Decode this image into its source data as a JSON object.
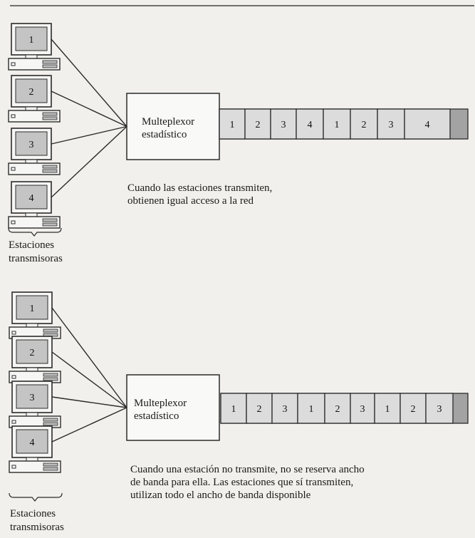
{
  "panel_top": {
    "stations": [
      "1",
      "2",
      "3",
      "4"
    ],
    "multiplexer_label_line1": "Multeplexor",
    "multiplexer_label_line2": "estadístico",
    "slots": [
      "1",
      "2",
      "3",
      "4",
      "1",
      "2",
      "3",
      "4"
    ],
    "caption_line1": "Cuando las estaciones transmiten,",
    "caption_line2": "obtienen igual acceso a la red",
    "stations_label_line1": "Estaciones",
    "stations_label_line2": "transmisoras"
  },
  "panel_bottom": {
    "stations": [
      "1",
      "2",
      "3",
      "4"
    ],
    "multiplexer_label_line1": "Multeplexor",
    "multiplexer_label_line2": "estadístico",
    "slots": [
      "1",
      "2",
      "3",
      "1",
      "2",
      "3",
      "1",
      "2",
      "3"
    ],
    "caption_line1": "Cuando una estación no transmite, no se reserva ancho",
    "caption_line2": "de banda para ella. Las estaciones que sí transmiten,",
    "caption_line3": "utilizan todo el ancho de banda disponible",
    "stations_label_line1": "Estaciones",
    "stations_label_line2": "transmisoras"
  },
  "colors": {
    "slot_fill": "#dcdcdc",
    "channel_tail": "#a3a3a3",
    "screen": "#c4c4c4",
    "line": "#2b2b2b"
  }
}
